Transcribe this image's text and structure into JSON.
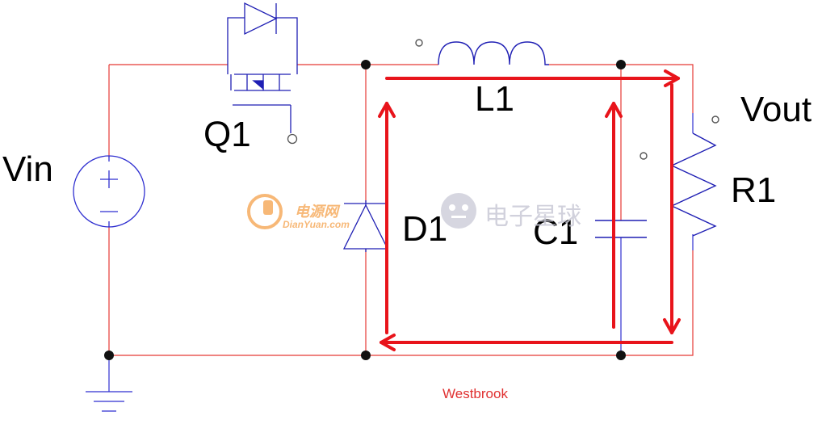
{
  "labels": {
    "vin": "Vin",
    "q1": "Q1",
    "l1": "L1",
    "vout": "Vout",
    "r1": "R1",
    "d1": "D1",
    "c1": "C1"
  },
  "watermark": {
    "left_cn": "电源网",
    "left_en": "DianYuan.com",
    "right_cn": "电子星球"
  },
  "credit": "Westbrook",
  "colors": {
    "wire_red": "#e53935",
    "wire_blue": "#2f2fd0",
    "component_blue": "#1f1fb4",
    "current_arrow": "#e8141b",
    "node_dot": "#111111",
    "watermark_orange": "#f5a14a",
    "watermark_gray": "#c9c9d6"
  }
}
